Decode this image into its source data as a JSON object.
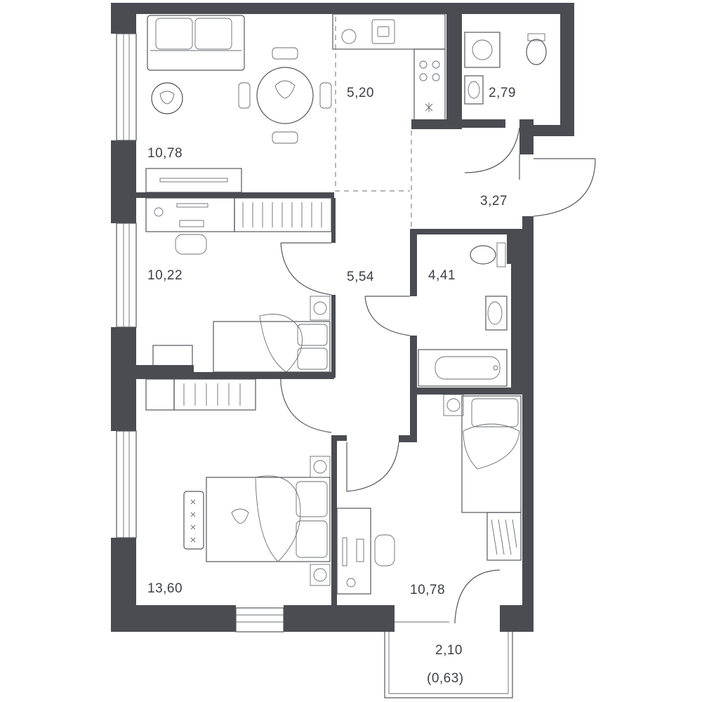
{
  "rooms": [
    {
      "id": "living",
      "area": "10,78"
    },
    {
      "id": "kitchen",
      "area": "5,20"
    },
    {
      "id": "wc-small",
      "area": "2,79"
    },
    {
      "id": "entry",
      "area": "3,27"
    },
    {
      "id": "bedroom-1",
      "area": "10,22"
    },
    {
      "id": "corridor",
      "area": "5,54"
    },
    {
      "id": "bathroom",
      "area": "4,41"
    },
    {
      "id": "bedroom-2",
      "area": "13,60"
    },
    {
      "id": "bedroom-3",
      "area": "10,78"
    }
  ],
  "balcony": {
    "area": "2,10",
    "area_reduced": "(0,63)"
  },
  "colors": {
    "wall": "#4a4c52",
    "line": "#55575c",
    "text": "#3d3f44"
  }
}
